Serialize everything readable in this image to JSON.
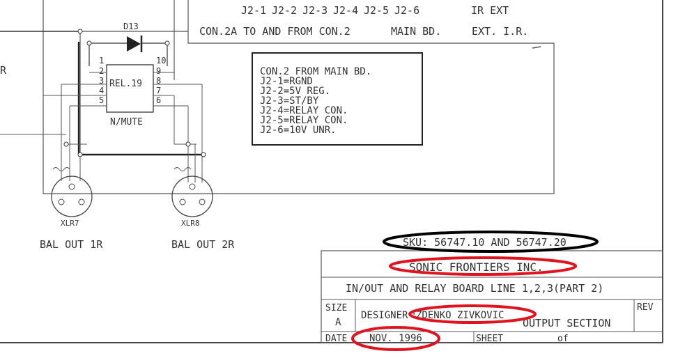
{
  "schematic": {
    "connector_labels": [
      "J2-1",
      "J2-2",
      "J2-3",
      "J2-4",
      "J2-5",
      "J2-6"
    ],
    "ir_ext_label": "IR EXT",
    "con2a_caption": "CON.2A TO AND FROM CON.2",
    "main_bd_caption": "MAIN BD.",
    "ext_ir_caption": "EXT. I.R.",
    "diode_label": "D13",
    "relay_label": "REL.19",
    "relay_caption": "N/MUTE",
    "relay_pins_left": [
      "1",
      "2",
      "3",
      "4",
      "5"
    ],
    "relay_pins_right": [
      "10",
      "9",
      "8",
      "7",
      "6"
    ],
    "edge_label": "R",
    "xlr7_label": "XLR7",
    "xlr8_label": "XLR8",
    "out1_label": "BAL OUT 1R",
    "out2_label": "BAL OUT 2R"
  },
  "con2_box": {
    "lines": [
      "CON.2 FROM MAIN BD.",
      "J2-1=RGND",
      "J2-2=5V REG.",
      "J2-3=ST/BY",
      "J2-4=RELAY CON.",
      "J2-5=RELAY CON.",
      "J2-6=10V UNR."
    ]
  },
  "title_block": {
    "sku": "SKU: 56747.10 AND 56747.20",
    "company": "SONIC FRONTIERS INC.",
    "title": "IN/OUT AND RELAY BOARD LINE 1,2,3(PART 2)",
    "size_label": "SIZE",
    "size_value": "A",
    "designer_label": "DESIGNER",
    "designer_value": "ZDENKO ZIVKOVIC",
    "section": "OUTPUT SECTION",
    "rev_label": "REV",
    "date_label": "DATE",
    "date_value": "NOV. 1996",
    "sheet_label": "SHEET",
    "of_label": "of"
  },
  "annotations": {
    "sku_outline_color": "#000000",
    "highlight_color": "#e0141e"
  }
}
